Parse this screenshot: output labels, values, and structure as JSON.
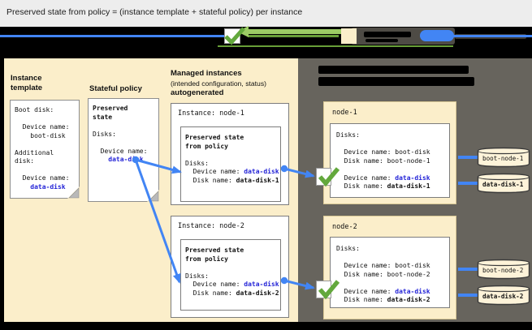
{
  "title": "Preserved state from policy = (instance template + stateful policy) per instance",
  "colors": {
    "accent_blue": "#4285f4",
    "value_blue": "#2323d7",
    "check_green": "#63a83c",
    "panel_cream": "#fbeeca",
    "panel_dark": "#67645d"
  },
  "legend": {
    "icons": [
      "checkmark-icon",
      "green-arrow-icon",
      "instance-square-icon",
      "disk-oval-icon"
    ]
  },
  "instance_template": {
    "heading": "Instance template",
    "lines": [
      "Boot disk:",
      "",
      "  Device name:",
      "    boot-disk",
      "",
      "Additional",
      "disk:",
      "",
      "  Device name:"
    ],
    "value": "    data-disk"
  },
  "stateful_policy": {
    "heading": "Stateful policy",
    "bold_lines": [
      "Preserved",
      "state"
    ],
    "lines": [
      "Disks:",
      "",
      "  Device name:"
    ],
    "value": "    data-disk"
  },
  "managed_instances": {
    "heading_bold": "Managed instances",
    "heading_sub": "(intended configuration, status)",
    "heading_bold2": "autogenerated",
    "cards": [
      {
        "title": "Instance: node-1",
        "inner_heading_1": "Preserved state",
        "inner_heading_2": "from policy",
        "disks_label": "Disks:",
        "device_label": "  Device name: ",
        "device_value": "data-disk",
        "disk_label": "  Disk name: ",
        "disk_value": "data-disk-1"
      },
      {
        "title": "Instance: node-2",
        "inner_heading_1": "Preserved state",
        "inner_heading_2": "from policy",
        "disks_label": "Disks:",
        "device_label": "  Device name: ",
        "device_value": "data-disk",
        "disk_label": "  Disk name: ",
        "disk_value": "data-disk-2"
      }
    ]
  },
  "vm_panel": {
    "nodes": [
      {
        "title": "node-1",
        "disks_label": "Disks:",
        "boot_device_line": "  Device name: boot-disk",
        "boot_disk_line": "  Disk name: boot-node-1",
        "data_device_label": "  Device name: ",
        "data_device_value": "data-disk",
        "data_disk_label": "  Disk name: ",
        "data_disk_value": "data-disk-1"
      },
      {
        "title": "node-2",
        "disks_label": "Disks:",
        "boot_device_line": "  Device name: boot-disk",
        "boot_disk_line": "  Disk name: boot-node-2",
        "data_device_label": "  Device name: ",
        "data_device_value": "data-disk",
        "data_disk_label": "  Disk name: ",
        "data_disk_value": "data-disk-2"
      }
    ],
    "disks": [
      {
        "name": "boot-node-1"
      },
      {
        "name": "data-disk-1"
      },
      {
        "name": "boot-node-2"
      },
      {
        "name": "data-disk-2"
      }
    ]
  }
}
